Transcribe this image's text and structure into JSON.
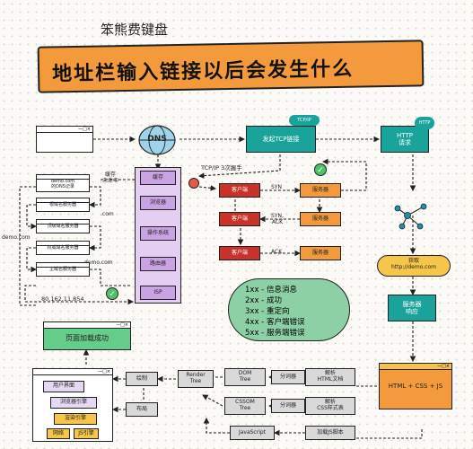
{
  "title": "地址栏输入链接以后会发生什么",
  "subtitle": "笨熊费键盘",
  "demo_label": "DEMO.COM",
  "dns_label": "DNS",
  "tcp_label": "发起TCP链接",
  "tcp_tag": "TCP/IP",
  "http_label": "HTTP\n请求",
  "http_tag": "HTTP",
  "tcp_handshake": "TCP/IP 3次握手",
  "dns_note": "缓存\n未命中",
  "domain_text": "demo.com",
  "domain_text2": "demo.com",
  "ip_text": "80.162.11.854",
  "dot_com": ".com",
  "dns_chain": [
    "demo.com\n的DNS记录",
    "根域名服务器",
    "顶级域名服务器",
    "权威域名服务器",
    "主域名服务器"
  ],
  "cache_steps": [
    "缓存",
    "浏览器",
    "操作系统",
    "路由器",
    "ISP"
  ],
  "handshake": {
    "client": "客户端",
    "server": "服务器",
    "syn": "SYN",
    "synack": "SYN,\nACK",
    "ack": "ACK"
  },
  "fetch_note": "获取\nhttp://demo.com",
  "server_response": "服务器\n响应",
  "status_codes": [
    "1xx - 信息消息",
    "2xx - 成功",
    "3xx - 重定向",
    "4xx - 客户端错误",
    "5xx - 服务端错误"
  ],
  "page_loaded": "页面加载成功",
  "html_css_js": "HTML + CSS + JS",
  "render": {
    "paint": "绘制",
    "layout": "布局",
    "render_tree": "Render\nTree",
    "dom_tree": "DOM\nTree",
    "cssom_tree": "CSSOM\nTree",
    "tokenizer": "分词器",
    "tokenizer2": "分词器",
    "parse_html": "解析\nHTML文档",
    "parse_css": "解析\nCSS样式表",
    "javascript": "JavaScript",
    "load_js": "加载JS脚本"
  },
  "browser_layers": [
    "用户界面",
    "浏览器引擎",
    "渲染引擎",
    "网络",
    "JS引擎"
  ],
  "win_close": "—□×"
}
